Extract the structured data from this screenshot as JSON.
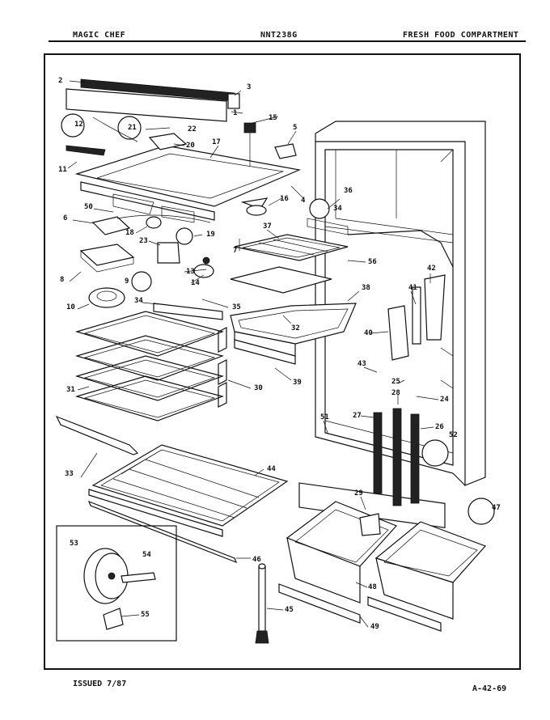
{
  "header": {
    "brand": "MAGIC CHEF",
    "model": "NNT238G",
    "section": "FRESH FOOD COMPARTMENT"
  },
  "footer": {
    "issued": "ISSUED 7/87",
    "code": "A-42-69"
  },
  "callouts": {
    "c1": "1",
    "c2": "2",
    "c3": "3",
    "c4": "4",
    "c5": "5",
    "c6": "6",
    "c7": "7",
    "c8": "8",
    "c9": "9",
    "c10": "10",
    "c11": "11",
    "c12": "12",
    "c13": "13",
    "c14": "14",
    "c15": "15",
    "c16": "16",
    "c17": "17",
    "c18": "18",
    "c19": "19",
    "c20": "20",
    "c21": "21",
    "c22": "22",
    "c23": "23",
    "c24": "24",
    "c25": "25",
    "c26": "26",
    "c27": "27",
    "c28": "28",
    "c29": "29",
    "c30": "30",
    "c31": "31",
    "c32": "32",
    "c33": "33",
    "c34a": "34",
    "c34b": "34",
    "c35": "35",
    "c36": "36",
    "c37": "37",
    "c38": "38",
    "c39": "39",
    "c40": "40",
    "c41": "41",
    "c42": "42",
    "c43": "43",
    "c44": "44",
    "c45": "45",
    "c46": "46",
    "c47": "47",
    "c48": "48",
    "c49": "49",
    "c50": "50",
    "c51": "51",
    "c52": "52",
    "c53": "53",
    "c54": "54",
    "c55": "55",
    "c56": "56"
  }
}
